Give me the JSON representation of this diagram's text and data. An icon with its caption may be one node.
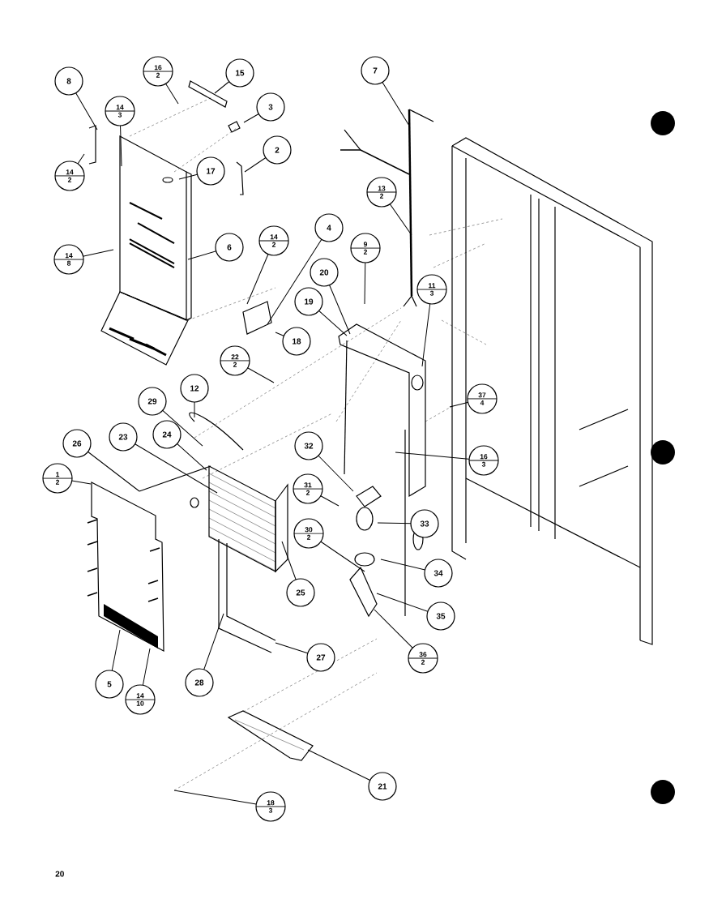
{
  "diagram": {
    "nodes": [
      {
        "text": [
          "16",
          "2"
        ]
      },
      {
        "text": [
          "7"
        ]
      },
      {
        "text": [
          "15"
        ]
      },
      {
        "text": [
          "8"
        ]
      },
      {
        "text": [
          "3"
        ]
      },
      {
        "text": [
          "14",
          "3"
        ]
      },
      {
        "text": [
          "2"
        ]
      },
      {
        "text": [
          "17"
        ]
      },
      {
        "text": [
          "14",
          "2"
        ]
      },
      {
        "text": [
          "13",
          "2"
        ]
      },
      {
        "text": [
          "4"
        ]
      },
      {
        "text": [
          "14",
          "2"
        ]
      },
      {
        "text": [
          "6"
        ]
      },
      {
        "text": [
          "9",
          "2"
        ]
      },
      {
        "text": [
          "14",
          "8"
        ]
      },
      {
        "text": [
          "20"
        ]
      },
      {
        "text": [
          "11",
          "3"
        ]
      },
      {
        "text": [
          "19"
        ]
      },
      {
        "text": [
          "18"
        ]
      },
      {
        "text": [
          "22",
          "2"
        ]
      },
      {
        "text": [
          "12"
        ]
      },
      {
        "text": [
          "37",
          "4"
        ]
      },
      {
        "text": [
          "29"
        ]
      },
      {
        "text": [
          "24"
        ]
      },
      {
        "text": [
          "23"
        ]
      },
      {
        "text": [
          "26"
        ]
      },
      {
        "text": [
          "32"
        ]
      },
      {
        "text": [
          "16",
          "3"
        ]
      },
      {
        "text": [
          "1",
          "2"
        ]
      },
      {
        "text": [
          "31",
          "2"
        ]
      },
      {
        "text": [
          "33"
        ]
      },
      {
        "text": [
          "30",
          "2"
        ]
      },
      {
        "text": [
          "34"
        ]
      },
      {
        "text": [
          "25"
        ]
      },
      {
        "text": [
          "35"
        ]
      },
      {
        "text": [
          "27"
        ]
      },
      {
        "text": [
          "36",
          "2"
        ]
      },
      {
        "text": [
          "28"
        ]
      },
      {
        "text": [
          "5"
        ]
      },
      {
        "text": [
          "14",
          "10"
        ]
      },
      {
        "text": [
          "21"
        ]
      },
      {
        "text": [
          "18",
          "3"
        ]
      }
    ],
    "edges": [
      {
        "from": 0,
        "to": null,
        "arrow": "none"
      },
      {
        "from": 1,
        "to": null,
        "arrow": "none"
      },
      {
        "from": 2,
        "to": null,
        "arrow": "none"
      },
      {
        "from": 3,
        "to": null,
        "arrow": "none"
      },
      {
        "from": 4,
        "to": null,
        "arrow": "none"
      },
      {
        "from": 5,
        "to": null,
        "arrow": "none"
      },
      {
        "from": 6,
        "to": null,
        "arrow": "none"
      },
      {
        "from": 7,
        "to": null,
        "arrow": "none"
      },
      {
        "from": 8,
        "to": null,
        "arrow": "none"
      },
      {
        "from": 9,
        "to": null,
        "arrow": "none"
      },
      {
        "from": 10,
        "to": null,
        "arrow": "none"
      },
      {
        "from": 11,
        "to": null,
        "arrow": "none"
      },
      {
        "from": 12,
        "to": null,
        "arrow": "none"
      },
      {
        "from": 13,
        "to": null,
        "arrow": "none"
      },
      {
        "from": 14,
        "to": null,
        "arrow": "none"
      },
      {
        "from": 15,
        "to": null,
        "arrow": "none"
      },
      {
        "from": 16,
        "to": null,
        "arrow": "none"
      },
      {
        "from": 17,
        "to": null,
        "arrow": "none"
      },
      {
        "from": 18,
        "to": null,
        "arrow": "none"
      },
      {
        "from": 19,
        "to": null,
        "arrow": "none"
      },
      {
        "from": 20,
        "to": null,
        "arrow": "none"
      },
      {
        "from": 21,
        "to": null,
        "arrow": "none"
      },
      {
        "from": 22,
        "to": null,
        "arrow": "none"
      },
      {
        "from": 23,
        "to": null,
        "arrow": "none"
      },
      {
        "from": 24,
        "to": null,
        "arrow": "none"
      },
      {
        "from": 25,
        "to": null,
        "arrow": "none"
      },
      {
        "from": 26,
        "to": null,
        "arrow": "none"
      },
      {
        "from": 27,
        "to": null,
        "arrow": "none"
      },
      {
        "from": 28,
        "to": null,
        "arrow": "none"
      },
      {
        "from": 29,
        "to": null,
        "arrow": "none"
      },
      {
        "from": 30,
        "to": null,
        "arrow": "none"
      },
      {
        "from": 31,
        "to": null,
        "arrow": "none"
      },
      {
        "from": 32,
        "to": null,
        "arrow": "none"
      },
      {
        "from": 33,
        "to": null,
        "arrow": "none"
      },
      {
        "from": 34,
        "to": null,
        "arrow": "none"
      },
      {
        "from": 35,
        "to": null,
        "arrow": "none"
      },
      {
        "from": 36,
        "to": null,
        "arrow": "none"
      },
      {
        "from": 37,
        "to": null,
        "arrow": "none"
      },
      {
        "from": 38,
        "to": null,
        "arrow": "none"
      },
      {
        "from": 39,
        "to": null,
        "arrow": "none"
      },
      {
        "from": 40,
        "to": null,
        "arrow": "none"
      },
      {
        "from": 41,
        "to": null,
        "arrow": "none"
      }
    ],
    "labels": [
      "20"
    ]
  }
}
